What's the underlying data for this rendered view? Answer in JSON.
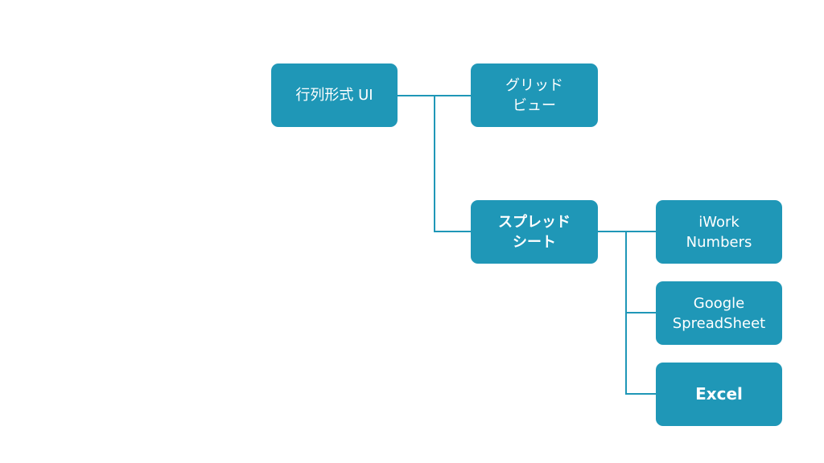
{
  "diagram": {
    "colors": {
      "node_fill": "#1f97b7",
      "connector": "#1f97b7",
      "text": "#ffffff"
    },
    "nodes": {
      "root": "行列形式 UI",
      "grid_view": "グリッド\nビュー",
      "spreadsheet": "スプレッド\nシート",
      "iwork_numbers": "iWork\nNumbers",
      "google_spreadsheet": "Google\nSpreadSheet",
      "excel": "Excel"
    }
  }
}
